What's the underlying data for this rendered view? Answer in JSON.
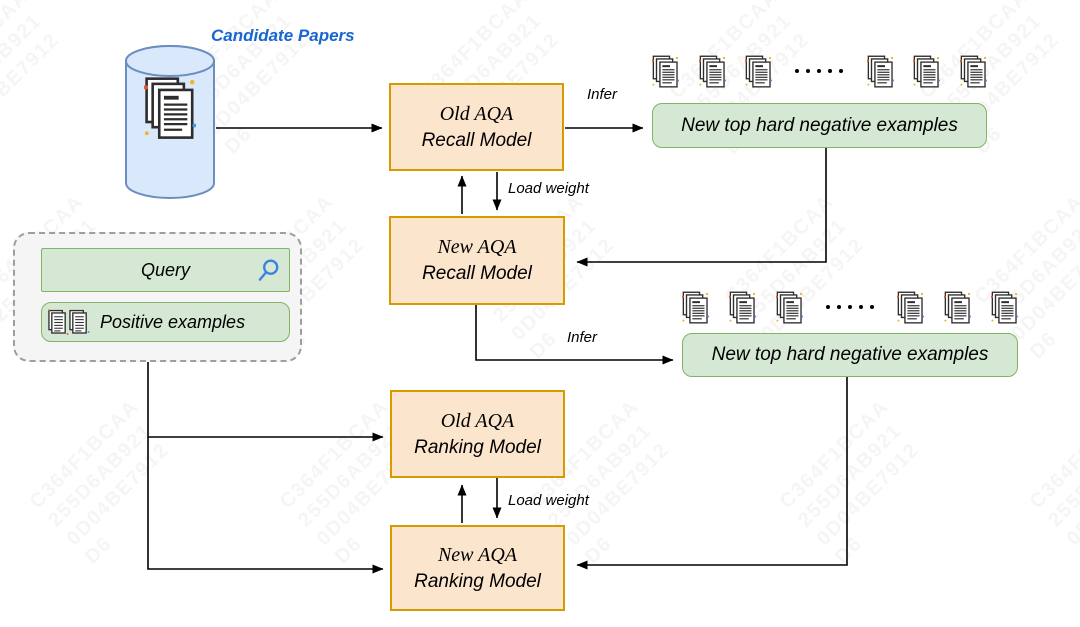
{
  "labels": {
    "candidate_papers": "Candidate Papers",
    "infer_top": "Infer",
    "infer_middle": "Infer",
    "load_weight_recall": "Load weight",
    "load_weight_ranking": "Load weight"
  },
  "models": {
    "old_recall": {
      "line1": "Old AQA",
      "line2": "Recall Model"
    },
    "new_recall": {
      "line1": "New AQA",
      "line2": "Recall Model"
    },
    "old_ranking": {
      "line1": "Old AQA",
      "line2": "Ranking Model"
    },
    "new_ranking": {
      "line1": "New AQA",
      "line2": "Ranking Model"
    }
  },
  "outputs": {
    "top_hard_negatives": "New top hard negative examples",
    "middle_hard_negatives": "New top hard negative examples"
  },
  "query_group": {
    "query": "Query",
    "positive_examples": "Positive examples"
  },
  "colors": {
    "model_box_fill": "#FCE5CD",
    "model_box_border": "#D79B00",
    "output_box_fill": "#D5E8D4",
    "output_box_border": "#82B366",
    "database_fill": "#DAE8FC",
    "database_border": "#6C8EBF",
    "group_fill": "#F5F5F5",
    "group_border": "#9E9E9E",
    "candidate_papers_text": "#1866D2",
    "search_icon": "#3B82E0",
    "arrow": "#000000"
  },
  "watermark": {
    "lines": [
      "C364F1BCAA",
      "255D6AB921",
      "0D04BE7912",
      "D6"
    ]
  }
}
